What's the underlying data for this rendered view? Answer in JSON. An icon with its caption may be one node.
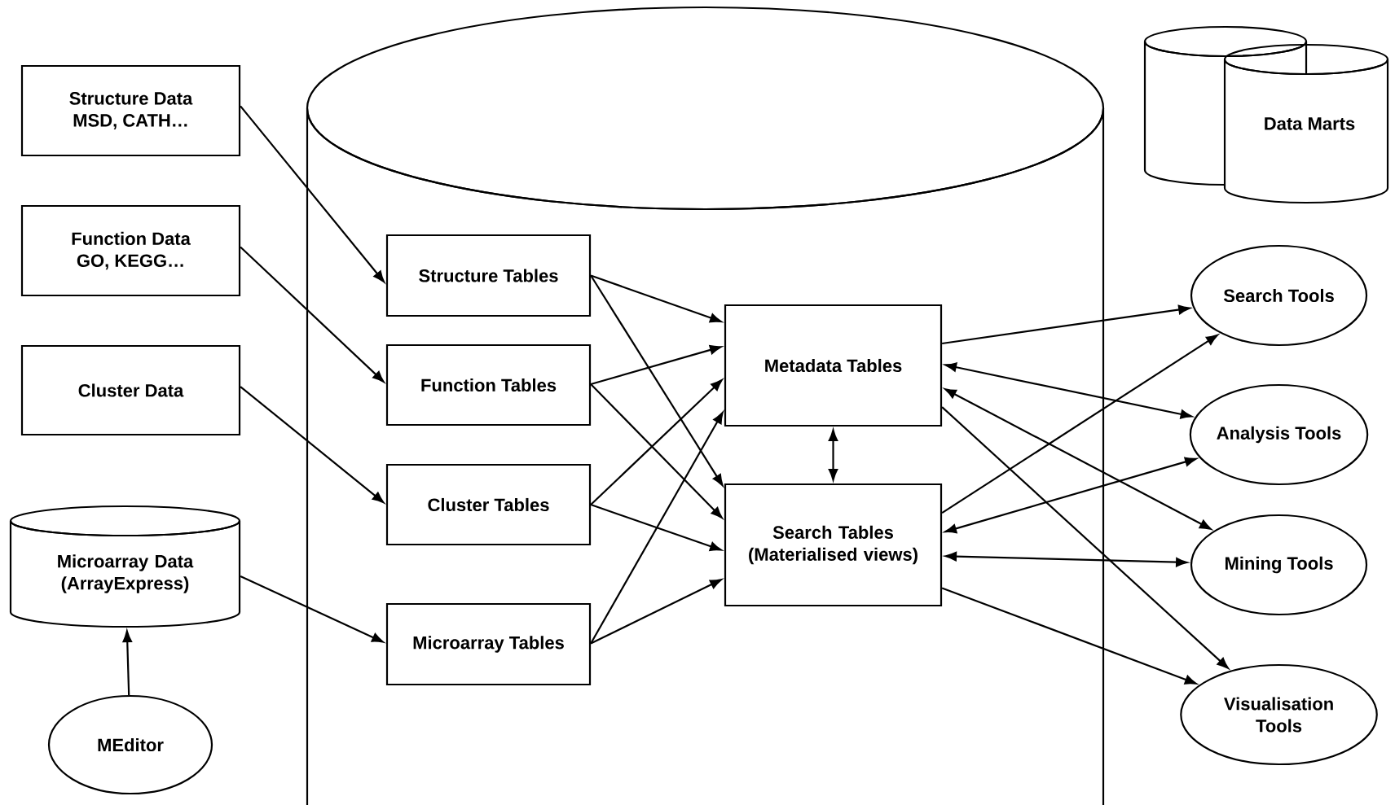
{
  "diagram": {
    "nodes": [
      {
        "text": [
          "Structure Data",
          "MSD, CATH…"
        ]
      },
      {
        "text": [
          "Function Data",
          "GO, KEGG…"
        ]
      },
      {
        "text": [
          "Cluster Data"
        ]
      },
      {
        "text": [
          "Microarray Data (ArrayExpress)"
        ]
      },
      {
        "text": [
          "MEditor"
        ]
      },
      {
        "text": [],
        "shape": "cylinder"
      },
      {
        "text": [
          "Structure Tables"
        ],
        "in": 5
      },
      {
        "text": [
          "Function Tables"
        ],
        "in": 5
      },
      {
        "text": [
          "Cluster Tables"
        ],
        "in": 5
      },
      {
        "text": [
          "Microarray Tables"
        ],
        "in": 5
      },
      {
        "text": [
          "Metadata Tables"
        ],
        "in": 5
      },
      {
        "text": [
          "Search Tables (Materialised views)"
        ],
        "in": 5
      },
      {
        "text": [
          "Data Marts"
        ]
      },
      {
        "text": [
          "Search Tools"
        ]
      },
      {
        "text": [
          "Analysis Tools"
        ]
      },
      {
        "text": [
          "Mining Tools"
        ]
      },
      {
        "text": [
          "Visualisation Tools"
        ]
      }
    ],
    "edges": [
      {
        "from": 0,
        "to": 6,
        "arrow": "to"
      },
      {
        "from": 1,
        "to": 7,
        "arrow": "to"
      },
      {
        "from": 2,
        "to": 8,
        "arrow": "to"
      },
      {
        "from": 3,
        "to": 9,
        "arrow": "to"
      },
      {
        "from": 4,
        "to": 3,
        "arrow": "to"
      },
      {
        "from": 6,
        "to": 10,
        "arrow": "to"
      },
      {
        "from": 6,
        "to": 11,
        "arrow": "to"
      },
      {
        "from": 7,
        "to": 10,
        "arrow": "to"
      },
      {
        "from": 7,
        "to": 11,
        "arrow": "to"
      },
      {
        "from": 8,
        "to": 10,
        "arrow": "to"
      },
      {
        "from": 8,
        "to": 11,
        "arrow": "to"
      },
      {
        "from": 9,
        "to": 10,
        "arrow": "to"
      },
      {
        "from": 9,
        "to": 11,
        "arrow": "to"
      },
      {
        "from": 10,
        "to": 11,
        "arrow": "both"
      },
      {
        "from": 10,
        "to": 13,
        "arrow": "to"
      },
      {
        "from": 10,
        "to": 14,
        "arrow": "both"
      },
      {
        "from": 10,
        "to": 15,
        "arrow": "both"
      },
      {
        "from": 10,
        "to": 16,
        "arrow": "to"
      },
      {
        "from": 11,
        "to": 13,
        "arrow": "to"
      },
      {
        "from": 11,
        "to": 14,
        "arrow": "both"
      },
      {
        "from": 11,
        "to": 15,
        "arrow": "both"
      },
      {
        "from": 11,
        "to": 16,
        "arrow": "to"
      }
    ]
  }
}
